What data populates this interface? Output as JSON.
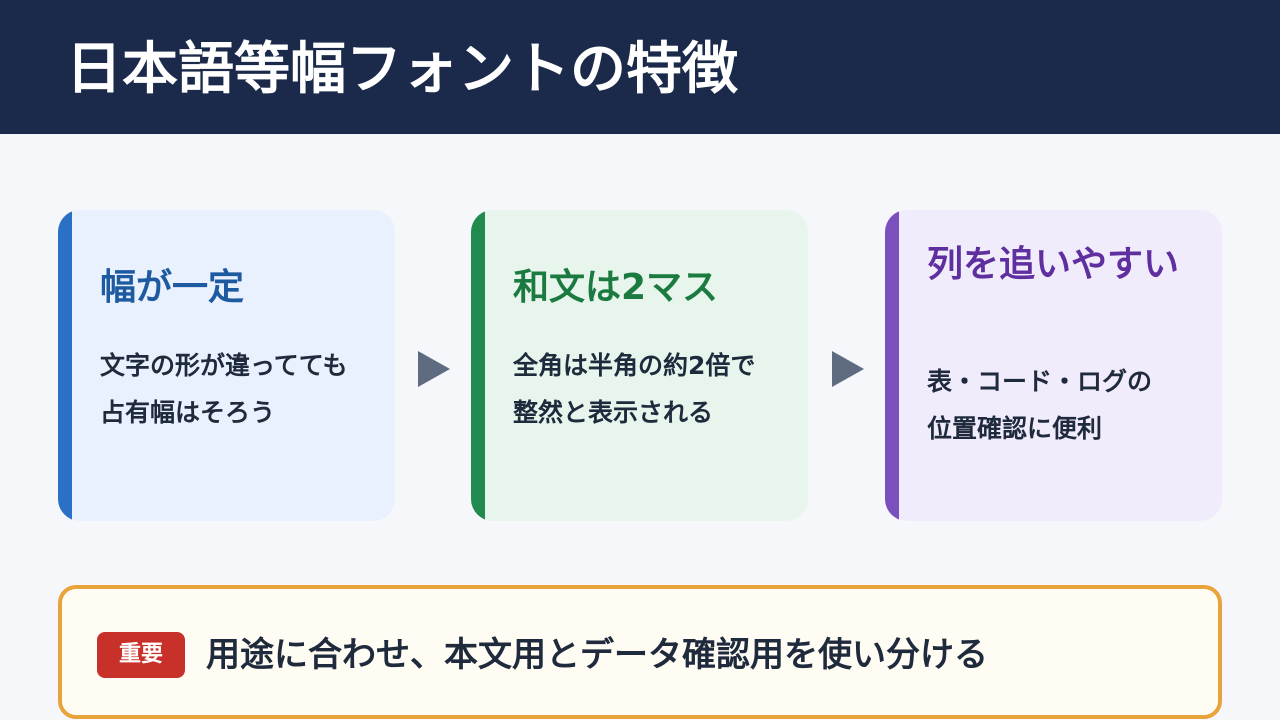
{
  "header": {
    "title": "日本語等幅フォントの特徴"
  },
  "cards": [
    {
      "title": "幅が一定",
      "body": "文字の形が違ってても\n占有幅はそろう",
      "accent": "#2a70c4"
    },
    {
      "title": "和文は2マス",
      "body": "全角は半角の約2倍で\n整然と表示される",
      "accent": "#218a4e"
    },
    {
      "title": "列を追いやすい",
      "body": "表・コード・ログの\n位置確認に便利",
      "accent": "#7c4fbf"
    }
  ],
  "arrows": [
    "arrow-right-icon",
    "arrow-right-icon"
  ],
  "note": {
    "badge": "重要",
    "text": "用途に合わせ、本文用とデータ確認用を使い分ける",
    "accent": "#e8a33a",
    "badge_color": "#c8302a"
  }
}
